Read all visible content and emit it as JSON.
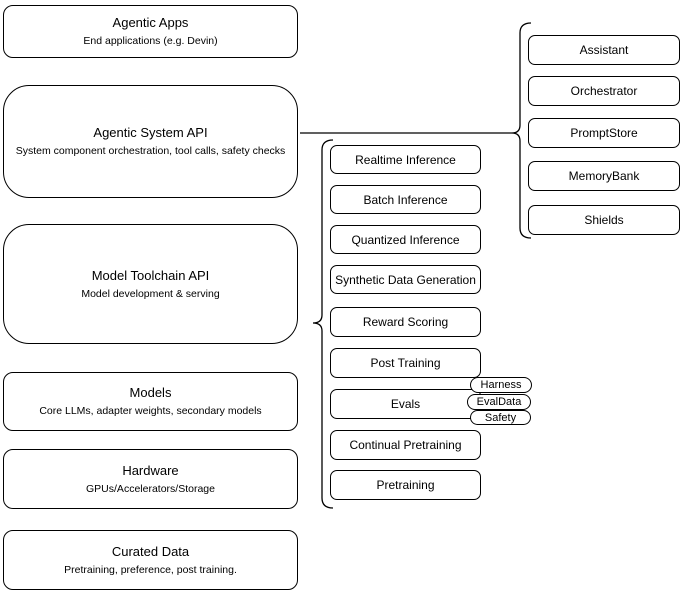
{
  "diagram": {
    "left_stack": [
      {
        "title": "Agentic Apps",
        "subtitle": "End applications (e.g. Devin)"
      },
      {
        "title": "Agentic System API",
        "subtitle": "System component orchestration, tool calls, safety checks"
      },
      {
        "title": "Model Toolchain API",
        "subtitle": "Model development & serving"
      },
      {
        "title": "Models",
        "subtitle": "Core LLMs, adapter weights, secondary models"
      },
      {
        "title": "Hardware",
        "subtitle": "GPUs/Accelerators/Storage"
      },
      {
        "title": "Curated Data",
        "subtitle": "Pretraining, preference, post training."
      }
    ],
    "toolchain_group": {
      "items": [
        {
          "label": "Realtime Inference"
        },
        {
          "label": "Batch Inference"
        },
        {
          "label": "Quantized Inference"
        },
        {
          "label": "Synthetic Data Generation"
        },
        {
          "label": "Reward Scoring"
        },
        {
          "label": "Post Training"
        },
        {
          "label": "Evals"
        },
        {
          "label": "Continual Pretraining"
        },
        {
          "label": "Pretraining"
        }
      ],
      "evals_tags": [
        {
          "label": "Harness"
        },
        {
          "label": "EvalData"
        },
        {
          "label": "Safety"
        }
      ]
    },
    "system_group": {
      "items": [
        {
          "label": "Assistant"
        },
        {
          "label": "Orchestrator"
        },
        {
          "label": "PromptStore"
        },
        {
          "label": "MemoryBank"
        },
        {
          "label": "Shields"
        }
      ]
    },
    "colors": {
      "stroke": "#000000",
      "background": "#ffffff"
    }
  }
}
